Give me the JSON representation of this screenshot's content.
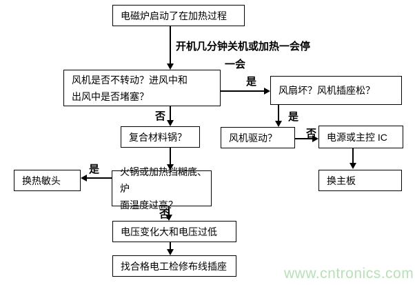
{
  "flowchart": {
    "nodes": {
      "start": "电磁炉启动了在加热过程",
      "fan_check": "风机是否不转动？进风中和\n出风中是否堵塞？",
      "fan_broken": "风扇坏？风机插座松？",
      "fan_drive": "风机驱动？",
      "power_ic": "电源或主控 IC",
      "mainboard": "换主板",
      "composite_pot": "复合材料锅？",
      "hotpot": "火锅或加热挡糊底、炉\n面温度过高？",
      "sensor": "换热敏头",
      "voltage": "电压变化大和电压过低",
      "electrician": "找合格电工检修布线插座"
    },
    "annotation": {
      "line1": "开机几分钟关机或加热一会停",
      "line2": "一会"
    },
    "edges": [
      {
        "from": "start",
        "to": "fan_check",
        "label": ""
      },
      {
        "from": "fan_check",
        "to": "fan_broken",
        "label": "是"
      },
      {
        "from": "fan_check",
        "to": "composite_pot",
        "label": "否"
      },
      {
        "from": "fan_broken",
        "to": "fan_drive",
        "label": "是"
      },
      {
        "from": "fan_drive",
        "to": "power_ic",
        "label": "否"
      },
      {
        "from": "power_ic",
        "to": "mainboard",
        "label": ""
      },
      {
        "from": "composite_pot",
        "to": "hotpot",
        "label": ""
      },
      {
        "from": "hotpot",
        "to": "sensor",
        "label": "是"
      },
      {
        "from": "hotpot",
        "to": "voltage",
        "label": "否"
      },
      {
        "from": "voltage",
        "to": "electrician",
        "label": ""
      }
    ],
    "colors": {
      "line": "#000000",
      "box_border": "#000000",
      "watermark": "#b8e0b8"
    }
  },
  "watermark": {
    "text": "www.cntronics.com"
  }
}
